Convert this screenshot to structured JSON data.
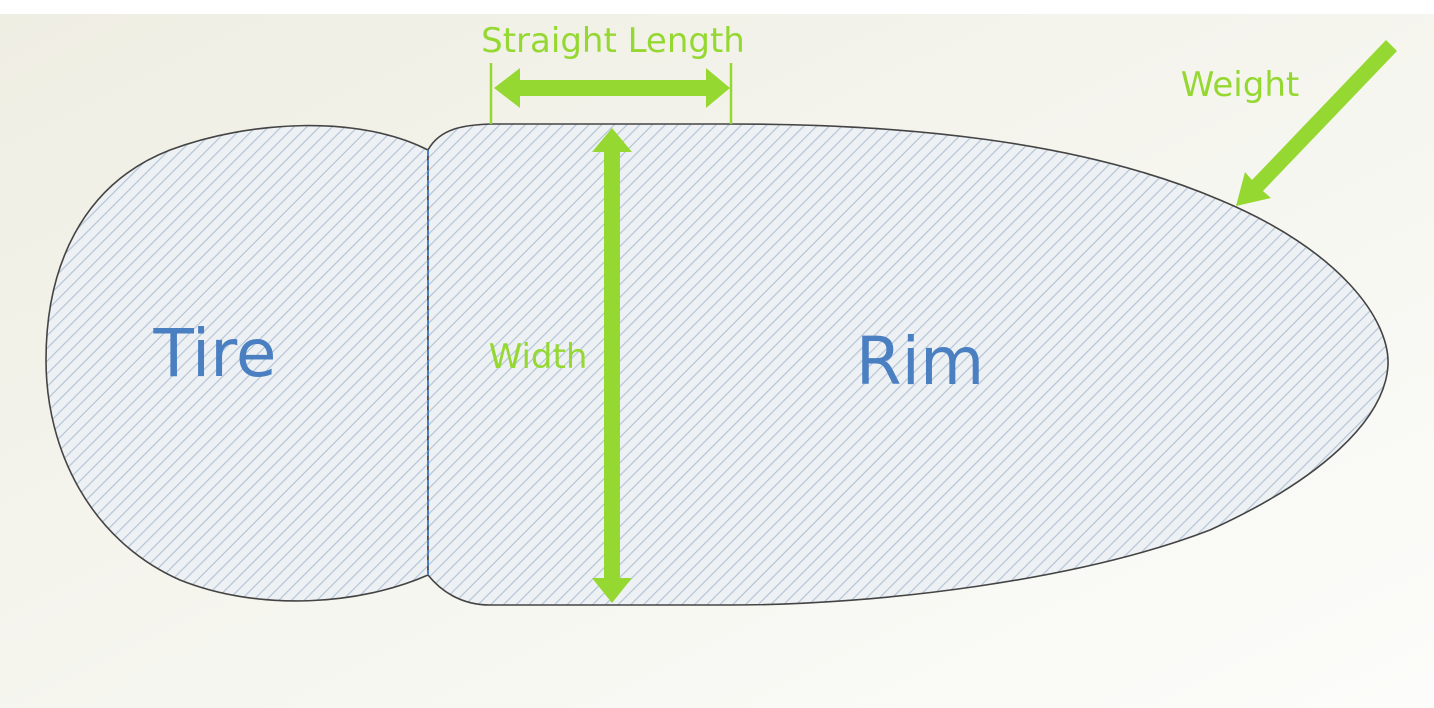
{
  "diagram": {
    "labels": {
      "tire": "Tire",
      "rim": "Rim",
      "width": "Width",
      "straight_length": "Straight Length",
      "weight": "Weight"
    },
    "colors": {
      "dimension_green": "#96d832",
      "part_label_blue": "#4a7fc1",
      "outline": "#444444",
      "divider_dash": "#4a7fc1",
      "hatch": "#b7c6d8",
      "fill": "#e9edf0"
    }
  }
}
